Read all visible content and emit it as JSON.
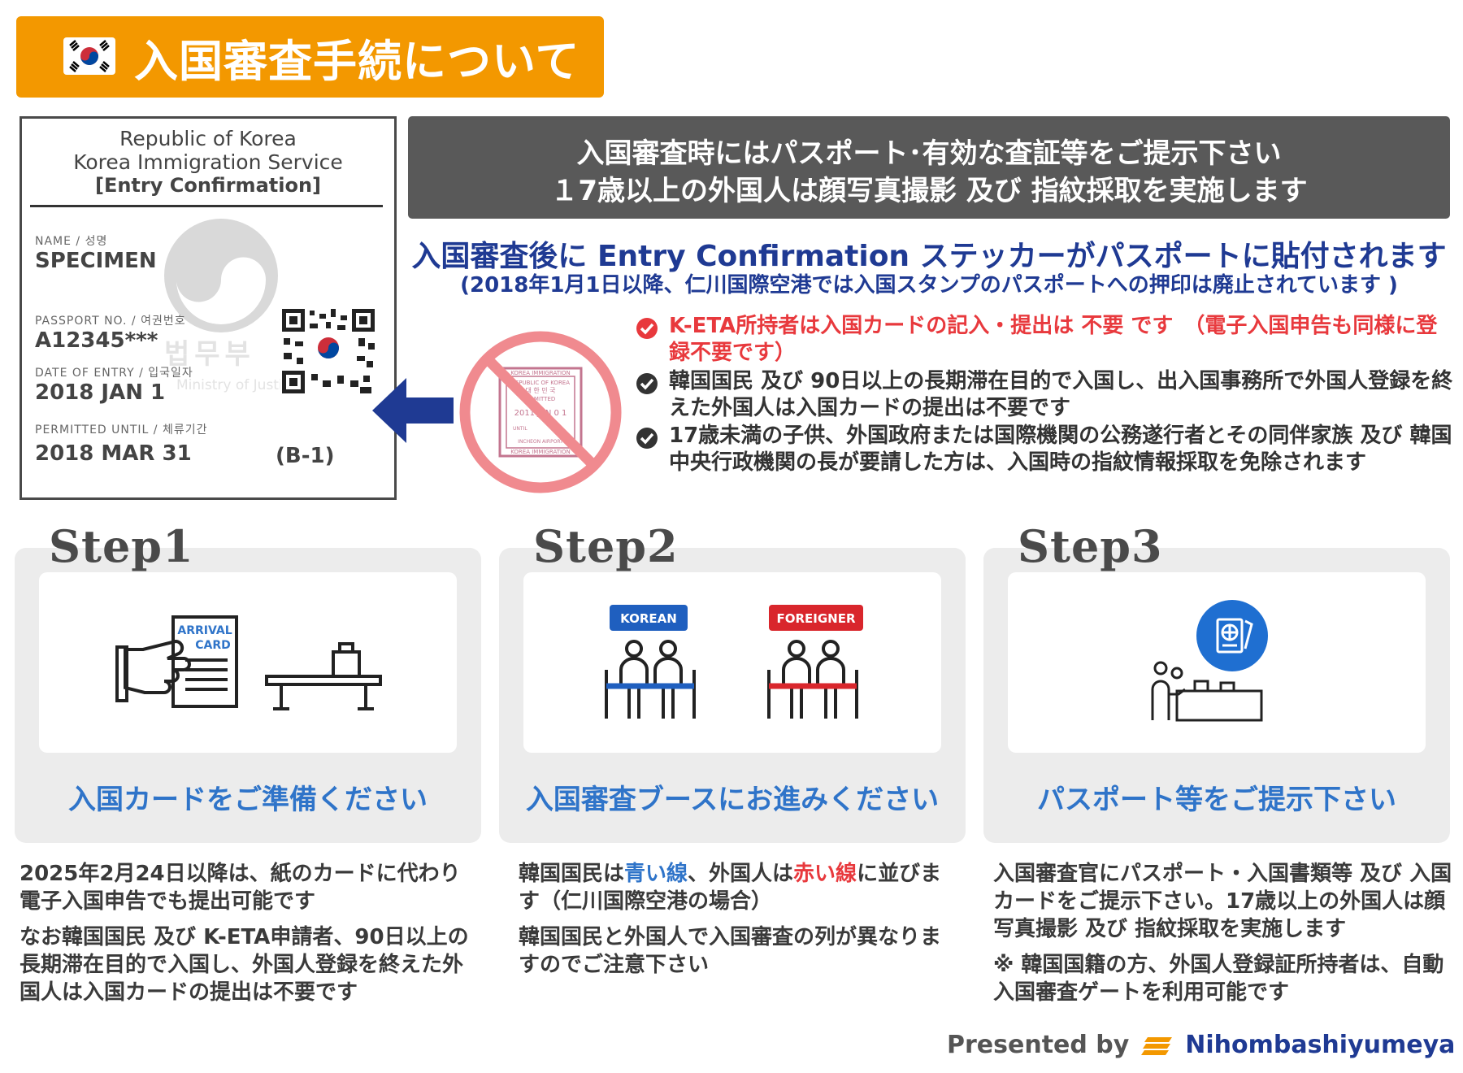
{
  "header": {
    "title": "入国審査手続について",
    "flag_icon": "korea-flag-icon",
    "bg_color": "#f39800"
  },
  "card": {
    "line1": "Republic of Korea",
    "line2": "Korea Immigration Service",
    "line3": "[Entry Confirmation]",
    "name_label": "NAME / 성명",
    "name_value": "SPECIMEN",
    "passport_label": "PASSPORT NO. / 여권번호",
    "passport_value": "A12345***",
    "entry_label": "DATE OF ENTRY / 입국일자",
    "entry_value": "2018 JAN 1",
    "permit_label": "PERMITTED UNTIL / 체류기간",
    "permit_value": "2018 MAR 31",
    "visa_value": "(B-1)",
    "watermark": "법무부",
    "watermark_sub": "Ministry of Justice"
  },
  "banner": {
    "line1": "入国審査時にはパスポート･有効な査証等をご提示下さい",
    "line2": "１7歳以上の外国人は顔写真撮影 及び 指紋採取を実施します"
  },
  "sticker": {
    "main": "入国審査後に Entry Confirmation ステッカーがパスポートに貼付されます",
    "note": "(2018年1月1日以降、仁川国際空港では入国スタンプのパスポートへの押印は廃止されています )"
  },
  "stamp": {
    "text_top": "KOREA IMMIGRATION",
    "text_mid1": "REPUBLIC OF KOREA",
    "text_mid2": "대 한 민 국",
    "text_mid3": "ADMITTED",
    "text_date": "2011 JAN 0 1",
    "text_until": "UNTIL",
    "text_bottom": "INCHEON AIRPORT",
    "text_side": "KOREA IMMIGRATION"
  },
  "notes": [
    {
      "text": "K-ETA所持者は入国カードの記入・提出は 不要 です　（電子入国申告も同様に登録不要です）",
      "icon": "check-circle-icon",
      "color": "#e8393d"
    },
    {
      "text": "韓国国民 及び 90日以上の長期滞在目的で入国し、出入国事務所で外国人登録を終えた外国人は入国カードの提出は不要です",
      "icon": "check-circle-icon"
    },
    {
      "text": "17歳未満の子供、外国政府または国際機関の公務遂行者とその同伴家族 及び 韓国中央行政機関の長が要請した方は、入国時の指紋情報採取を免除されます",
      "icon": "check-circle-icon"
    }
  ],
  "steps": [
    {
      "title": "Step1",
      "caption": "入国カードをご準備ください",
      "icon": "arrival-card-icon",
      "icon_label1": "ARRIVAL",
      "icon_label2": "CARD"
    },
    {
      "title": "Step2",
      "caption": "入国審査ブースにお進みください",
      "icon": "immigration-lines-icon",
      "label_korean": "KOREAN",
      "label_foreigner": "FOREIGNER"
    },
    {
      "title": "Step3",
      "caption": "パスポート等をご提示下さい",
      "icon": "passport-desk-icon"
    }
  ],
  "step1_desc": {
    "p1": "2025年2月24日以降は、紙のカードに代わり電子入国申告でも提出可能です",
    "p2": "なお韓国国民 及び K-ETA申請者、90日以上の長期滞在目的で入国し、外国人登録を終えた外国人は入国カードの提出は不要です"
  },
  "step2_desc": {
    "p1_a": "韓国国民は",
    "p1_blue": "青い線",
    "p1_b": "、外国人は",
    "p1_red": "赤い線",
    "p1_c": "に並びます（仁川国際空港の場合）",
    "p2": "韓国国民と外国人で入国審査の列が異なりますのでご注意下さい"
  },
  "step3_desc": {
    "p1": "入国審査官にパスポート・入国書類等 及び 入国カードをご提示下さい。17歳以上の外国人は顔写真撮影 及び 指紋採取を実施します",
    "p2": "※ 韓国国籍の方、外国人登録証所持者は、自動入国審査ゲートを利用可能です"
  },
  "footer": {
    "presented": "Presented by",
    "brand": "Nihombashiyumeya"
  }
}
